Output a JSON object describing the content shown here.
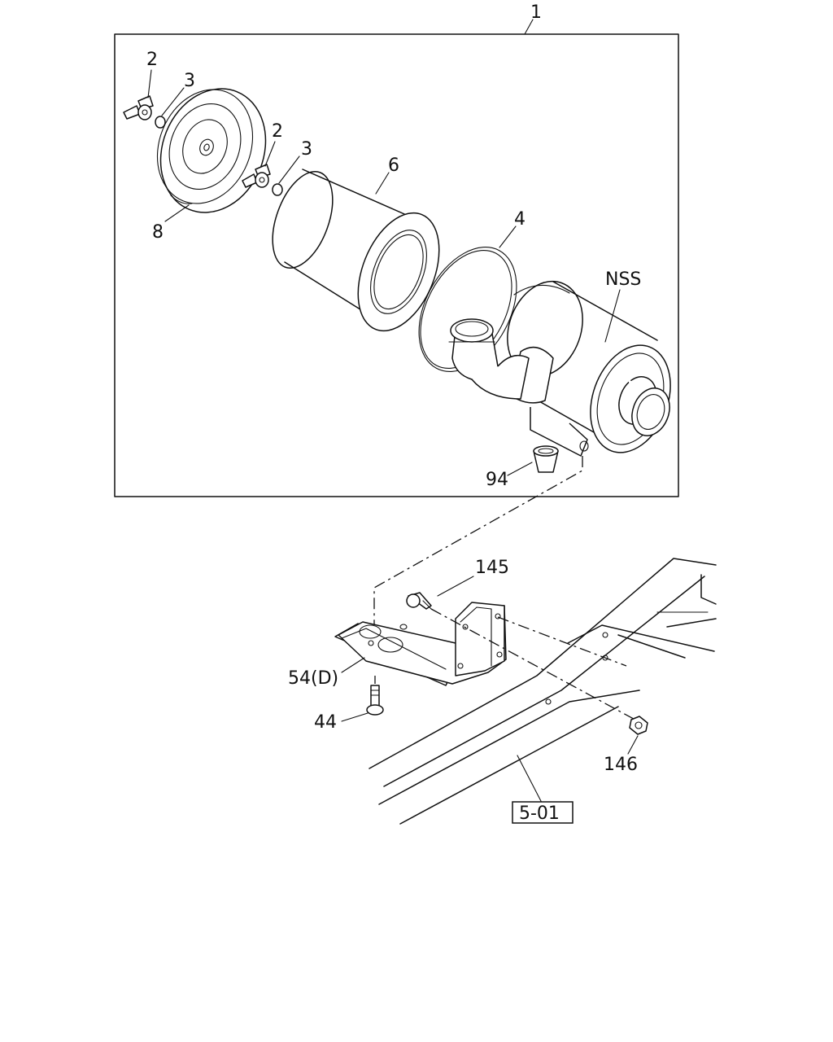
{
  "callouts": {
    "c1": "1",
    "c2a": "2",
    "c3a": "3",
    "c2b": "2",
    "c3b": "3",
    "c6": "6",
    "c4": "4",
    "c8": "8",
    "nss": "NSS",
    "c94": "94",
    "c145": "145",
    "c54": "54(D)",
    "c44": "44",
    "c146": "146"
  },
  "reference": {
    "page_ref": "5-01"
  }
}
